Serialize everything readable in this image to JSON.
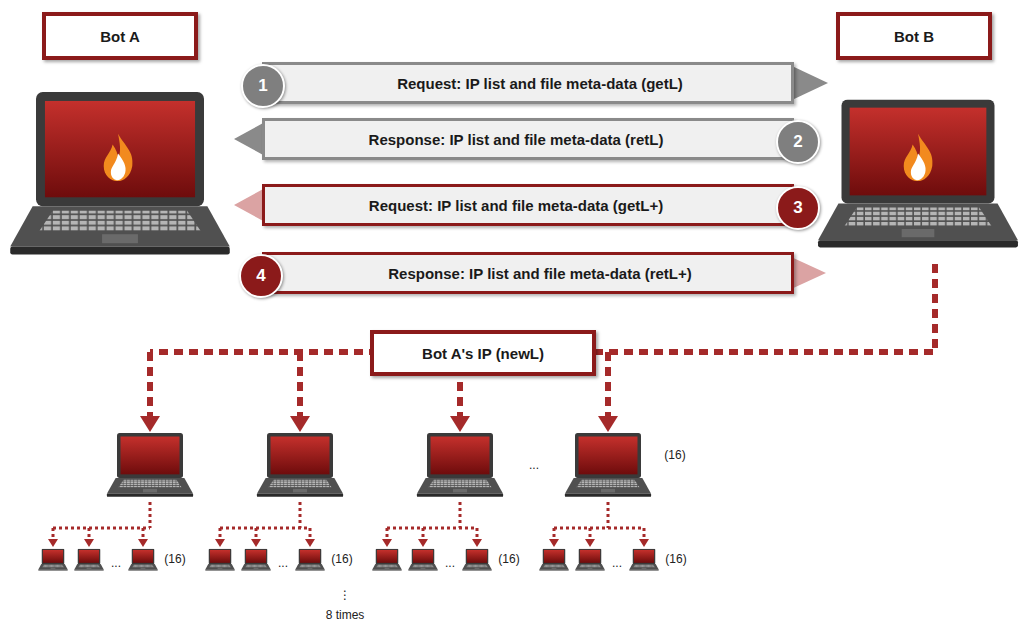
{
  "diagram": {
    "nodes": [
      {
        "text": [
          "Bot A"
        ]
      },
      {
        "text": [
          "Bot B"
        ]
      },
      {
        "text": [
          "Request: IP list and file meta-data (getL)"
        ]
      },
      {
        "text": [
          "1"
        ],
        "in": 2
      },
      {
        "text": [
          "Response: IP list and file meta-data (retL)"
        ]
      },
      {
        "text": [
          "2"
        ],
        "in": 4
      },
      {
        "text": [
          "Request: IP list and file meta-data (getL+)"
        ]
      },
      {
        "text": [
          "3"
        ],
        "in": 6
      },
      {
        "text": [
          "Response: IP list and file meta-data (retL+)"
        ]
      },
      {
        "text": [
          "4"
        ],
        "in": 8
      },
      {
        "text": [
          "Bot A's IP (newL)"
        ]
      }
    ],
    "labels": [
      "...",
      "(16)",
      "...",
      "(16)",
      "...",
      "(16)",
      "...",
      "(16)",
      "...",
      "(16)",
      "⋮",
      "8 times"
    ]
  }
}
